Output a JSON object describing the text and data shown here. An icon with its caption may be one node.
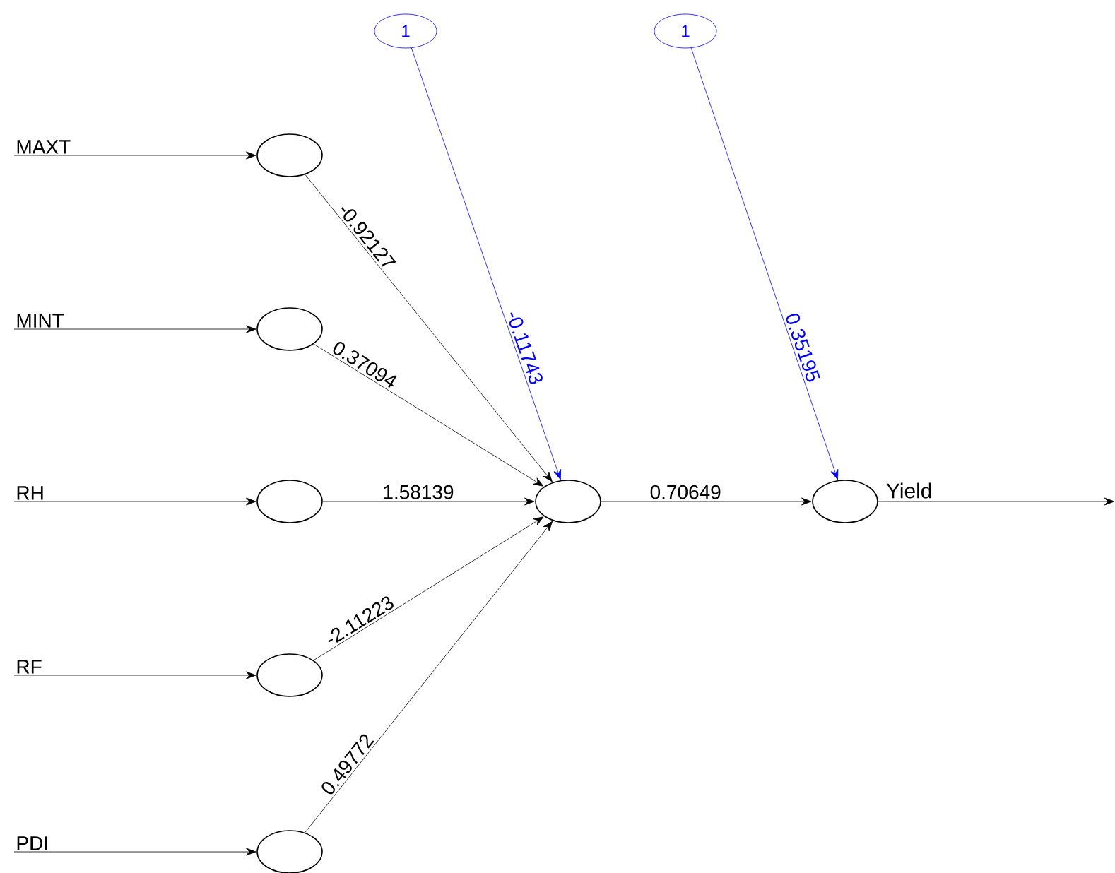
{
  "diagram": {
    "nodes": [
      {
        "text": [
          "MAXT"
        ]
      },
      {
        "text": [
          "MINT"
        ]
      },
      {
        "text": [
          "RH"
        ]
      },
      {
        "text": [
          "RF"
        ]
      },
      {
        "text": [
          "PDI"
        ]
      },
      {
        "text": [],
        "shape": "circle"
      },
      {
        "text": [],
        "shape": "circle"
      },
      {
        "text": [],
        "shape": "circle"
      },
      {
        "text": [],
        "shape": "circle"
      },
      {
        "text": [],
        "shape": "circle"
      },
      {
        "text": [
          "1"
        ]
      },
      {
        "text": [
          "1"
        ]
      },
      {
        "text": [],
        "shape": "circle"
      },
      {
        "text": [],
        "shape": "circle"
      }
    ],
    "edges": [
      {
        "from": 0,
        "to": 5,
        "arrow": "to"
      },
      {
        "from": 1,
        "to": 6,
        "arrow": "to"
      },
      {
        "from": 2,
        "to": 7,
        "arrow": "to"
      },
      {
        "from": 3,
        "to": 8,
        "arrow": "to"
      },
      {
        "from": 4,
        "to": 9,
        "arrow": "to"
      },
      {
        "from": 5,
        "to": 12,
        "arrow": "to",
        "label": "-0.92127"
      },
      {
        "from": 6,
        "to": 12,
        "arrow": "to",
        "label": "0.37094"
      },
      {
        "from": 7,
        "to": 12,
        "arrow": "to",
        "label": "1.58139"
      },
      {
        "from": 8,
        "to": 12,
        "arrow": "to",
        "label": "-2.11223"
      },
      {
        "from": 9,
        "to": 12,
        "arrow": "to",
        "label": "0.49772"
      },
      {
        "from": 10,
        "to": 12,
        "arrow": "to",
        "label": "-0.11743",
        "color": "#0000ff"
      },
      {
        "from": 12,
        "to": 13,
        "arrow": "to",
        "label": "0.70649"
      },
      {
        "from": 11,
        "to": 13,
        "arrow": "to",
        "label": "0.35195",
        "color": "#0000ff"
      },
      {
        "from": 13,
        "to": null,
        "arrow": "to",
        "label": "Yield"
      }
    ]
  }
}
